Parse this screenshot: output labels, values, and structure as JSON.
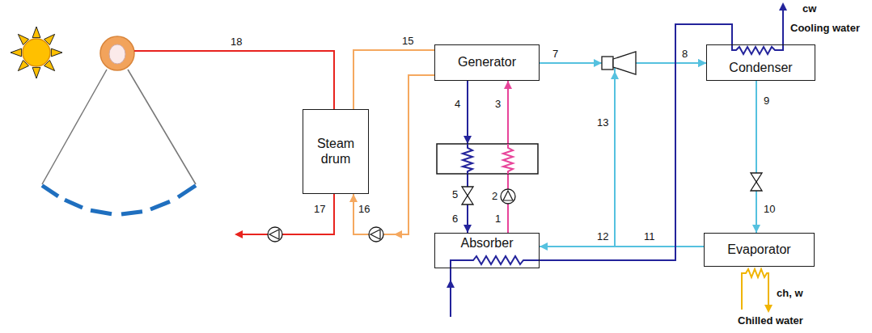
{
  "diagram": {
    "nodes": [
      {
        "text": [
          "Generator"
        ]
      },
      {
        "text": [
          "Condenser"
        ]
      },
      {
        "text": [
          "Steam drum"
        ]
      },
      {
        "text": [
          "Absorber"
        ]
      },
      {
        "text": [
          "Evaporator"
        ]
      }
    ],
    "edges": [
      {
        "from": 0,
        "to": 1,
        "arrow": "to"
      },
      {
        "from": 4,
        "to": 1,
        "arrow": "to"
      },
      {
        "from": 1,
        "to": 4,
        "arrow": "to"
      },
      {
        "from": 4,
        "to": 3,
        "arrow": "to"
      },
      {
        "from": 0,
        "to": 3,
        "arrow": "to"
      },
      {
        "from": 3,
        "to": 0,
        "arrow": "to"
      },
      {
        "from": 2,
        "to": 0,
        "arrow": "none"
      },
      {
        "from": 0,
        "to": 2,
        "arrow": "to"
      },
      {
        "from": 3,
        "to": 1,
        "arrow": "none"
      }
    ],
    "labels": [
      "18",
      "15",
      "7",
      "8",
      "cw",
      "Cooling water",
      "4",
      "3",
      "13",
      "9",
      "5",
      "2",
      "17",
      "16",
      "10",
      "12",
      "11",
      "6",
      "1",
      "ch, w",
      "Chilled water"
    ]
  }
}
